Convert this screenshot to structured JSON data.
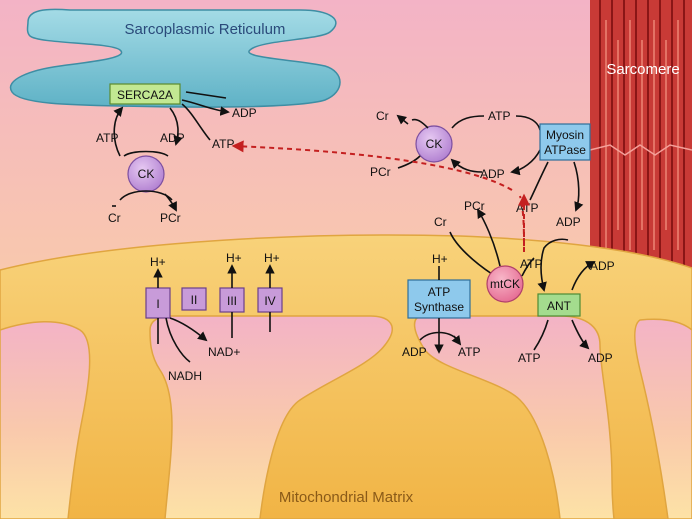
{
  "regions": {
    "sr": "Sarcoplasmic Reticulum",
    "sarcomere": "Sarcomere",
    "matrix": "Mitochondrial Matrix"
  },
  "enzymes": {
    "serca": "SERCA2A",
    "ck_left": "CK",
    "ck_right": "CK",
    "myosin_line1": "Myosin",
    "myosin_line2": "ATPase",
    "mtck": "mtCK",
    "synthase_line1": "ATP",
    "synthase_line2": "Synthase",
    "ant": "ANT",
    "c1": "I",
    "c2": "II",
    "c3": "III",
    "c4": "IV"
  },
  "labels": {
    "serca_adp_out": "ADP",
    "serca_atp_in": "ATP",
    "lck_atp": "ATP",
    "lck_adp": "ADP",
    "lck_cr": "Cr",
    "lck_pcr": "PCr",
    "rck_cr": "Cr",
    "rck_pcr": "PCr",
    "rck_atp": "ATP",
    "rck_adp": "ADP",
    "myo_atp_in": "ATP",
    "myo_adp_out": "ADP",
    "mtck_cr": "Cr",
    "mtck_pcr": "PCr",
    "mtck_atp_top": "ATP",
    "mtck_atp_in": "ATP",
    "ant_adp_top": "ADP",
    "ant_atp_bot": "ATP",
    "ant_adp_bot": "ADP",
    "syn_h": "H+",
    "syn_adp": "ADP",
    "syn_atp": "ATP",
    "c1_h": "H+",
    "c3_h": "H+",
    "c4_h": "H+",
    "nad": "NAD+",
    "nadh": "NADH"
  },
  "colors": {
    "bg_top": "#f4b6c2",
    "bg_bottom": "#fbd7a8",
    "sr_fill": "#7ec6d6",
    "matrix_fill": "#f4c15e",
    "sarcomere_red": "#c42d2d",
    "serca_green": "#bde58c",
    "ant_green": "#9ed98a",
    "ck_purple": "#c99be0",
    "complex_purple": "#c89bd9",
    "synthase_blue": "#8ec9ec",
    "mtck_pink": "#f08aa8",
    "dashed_red": "#c42020"
  }
}
